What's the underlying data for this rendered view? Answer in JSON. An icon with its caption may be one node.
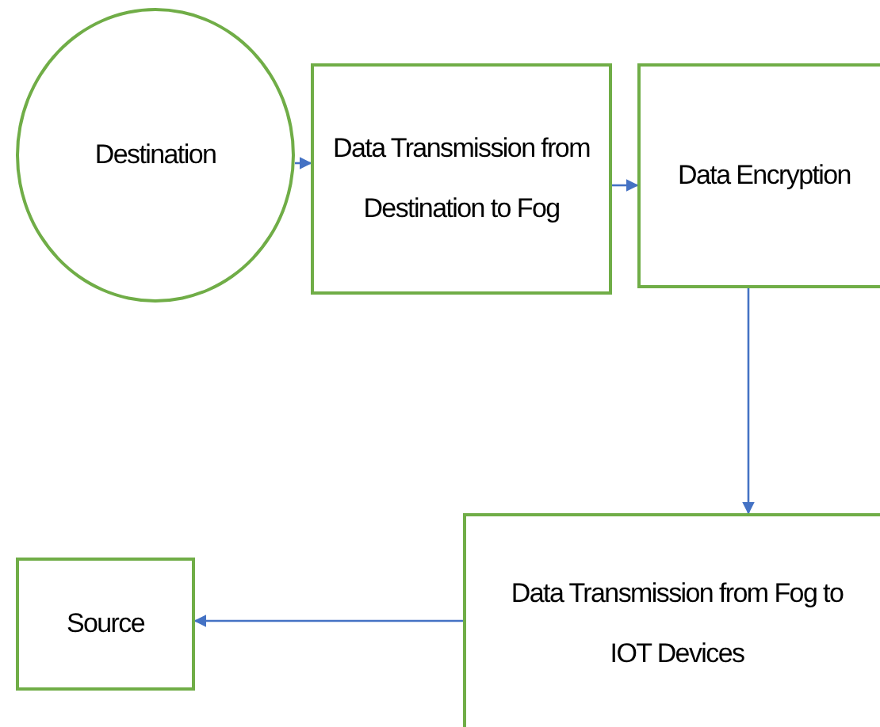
{
  "diagram": {
    "nodes": [
      {
        "text": [
          "Destination"
        ]
      },
      {
        "text": [
          "Data Transmission from Destination to Fog"
        ]
      },
      {
        "text": [
          "Data Encryption"
        ]
      },
      {
        "text": [
          "Data Transmission from Fog to IOT Devices"
        ]
      },
      {
        "text": [
          "Source"
        ]
      }
    ],
    "edges": [
      {
        "from": 0,
        "to": 1,
        "arrow": "to"
      },
      {
        "from": 1,
        "to": 2,
        "arrow": "to"
      },
      {
        "from": 2,
        "to": 3,
        "arrow": "to"
      },
      {
        "from": 3,
        "to": 4,
        "arrow": "to"
      }
    ]
  }
}
